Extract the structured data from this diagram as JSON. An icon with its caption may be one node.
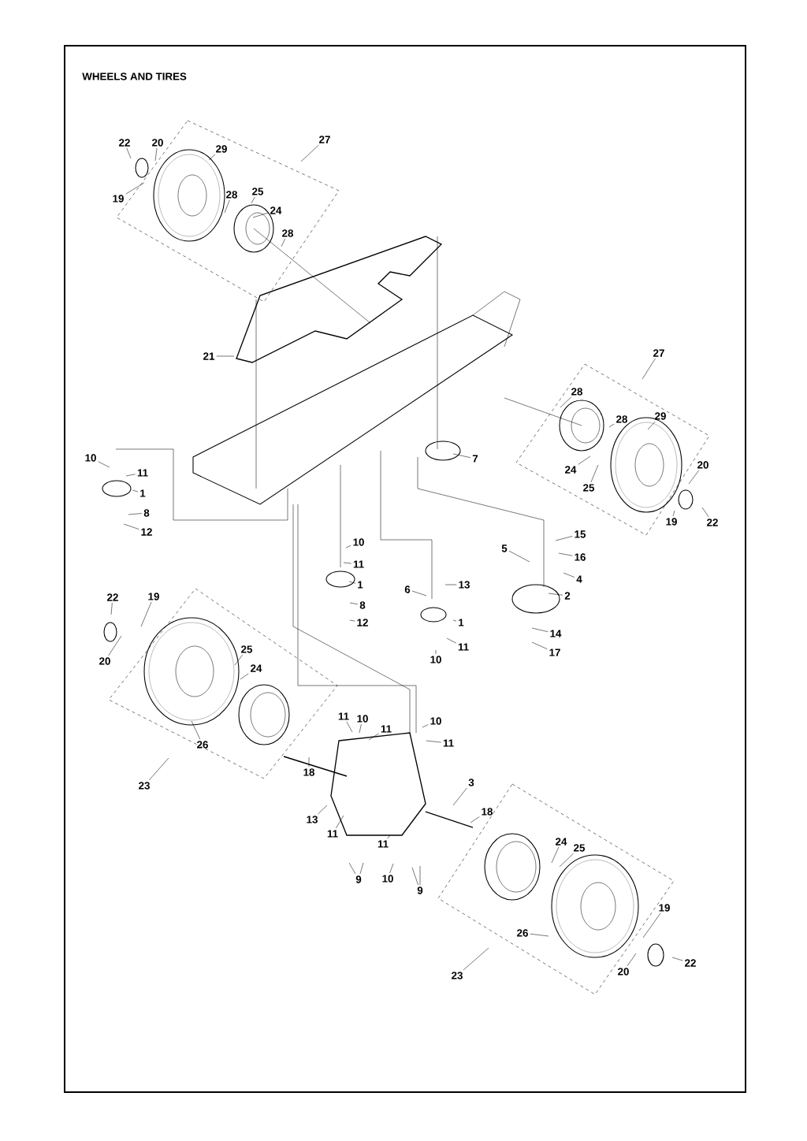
{
  "diagram": {
    "title": "WHEELS AND TIRES",
    "nodes": [
      {
        "text": [
          "22"
        ]
      },
      {
        "text": [
          "20"
        ]
      },
      {
        "text": [
          "19"
        ]
      },
      {
        "text": [
          "29"
        ]
      },
      {
        "text": [
          "28"
        ]
      },
      {
        "text": [
          "25"
        ]
      },
      {
        "text": [
          "24"
        ]
      },
      {
        "text": [
          "28"
        ]
      },
      {
        "text": [
          "27"
        ]
      },
      {
        "text": [
          "21"
        ]
      },
      {
        "text": [
          "27"
        ]
      },
      {
        "text": [
          "28"
        ]
      },
      {
        "text": [
          "28"
        ]
      },
      {
        "text": [
          "29"
        ]
      },
      {
        "text": [
          "7"
        ]
      },
      {
        "text": [
          "20"
        ]
      },
      {
        "text": [
          "24"
        ]
      },
      {
        "text": [
          "25"
        ]
      },
      {
        "text": [
          "19"
        ]
      },
      {
        "text": [
          "22"
        ]
      },
      {
        "text": [
          "10"
        ]
      },
      {
        "text": [
          "11"
        ]
      },
      {
        "text": [
          "1"
        ]
      },
      {
        "text": [
          "8"
        ]
      },
      {
        "text": [
          "12"
        ]
      },
      {
        "text": [
          "10"
        ]
      },
      {
        "text": [
          "15"
        ]
      },
      {
        "text": [
          "5"
        ]
      },
      {
        "text": [
          "16"
        ]
      },
      {
        "text": [
          "11"
        ]
      },
      {
        "text": [
          "13"
        ]
      },
      {
        "text": [
          "4"
        ]
      },
      {
        "text": [
          "6"
        ]
      },
      {
        "text": [
          "1"
        ]
      },
      {
        "text": [
          "2"
        ]
      },
      {
        "text": [
          "8"
        ]
      },
      {
        "text": [
          "12"
        ]
      },
      {
        "text": [
          "1"
        ]
      },
      {
        "text": [
          "14"
        ]
      },
      {
        "text": [
          "11"
        ]
      },
      {
        "text": [
          "17"
        ]
      },
      {
        "text": [
          "10"
        ]
      },
      {
        "text": [
          "22"
        ]
      },
      {
        "text": [
          "19"
        ]
      },
      {
        "text": [
          "20"
        ]
      },
      {
        "text": [
          "25"
        ]
      },
      {
        "text": [
          "24"
        ]
      },
      {
        "text": [
          "26"
        ]
      },
      {
        "text": [
          "23"
        ]
      },
      {
        "text": [
          "18"
        ]
      },
      {
        "text": [
          "11"
        ]
      },
      {
        "text": [
          "10"
        ]
      },
      {
        "text": [
          "11"
        ]
      },
      {
        "text": [
          "10"
        ]
      },
      {
        "text": [
          "11"
        ]
      },
      {
        "text": [
          "3"
        ]
      },
      {
        "text": [
          "18"
        ]
      },
      {
        "text": [
          "13"
        ]
      },
      {
        "text": [
          "11"
        ]
      },
      {
        "text": [
          "11"
        ]
      },
      {
        "text": [
          "10"
        ]
      },
      {
        "text": [
          "9"
        ]
      },
      {
        "text": [
          "9"
        ]
      },
      {
        "text": [
          "24"
        ]
      },
      {
        "text": [
          "25"
        ]
      },
      {
        "text": [
          "19"
        ]
      },
      {
        "text": [
          "26"
        ]
      },
      {
        "text": [
          "22"
        ]
      },
      {
        "text": [
          "20"
        ]
      },
      {
        "text": [
          "23"
        ]
      }
    ],
    "edges": [
      {
        "from": 0,
        "to": null,
        "arrow": "none"
      },
      {
        "from": 1,
        "to": null,
        "arrow": "none"
      },
      {
        "from": 2,
        "to": null,
        "arrow": "none"
      },
      {
        "from": 3,
        "to": null,
        "arrow": "none"
      },
      {
        "from": 4,
        "to": null,
        "arrow": "none"
      },
      {
        "from": 5,
        "to": null,
        "arrow": "none"
      },
      {
        "from": 6,
        "to": null,
        "arrow": "none"
      },
      {
        "from": 7,
        "to": null,
        "arrow": "none"
      },
      {
        "from": 8,
        "to": null,
        "arrow": "none"
      },
      {
        "from": 9,
        "to": null,
        "arrow": "none"
      },
      {
        "from": 10,
        "to": null,
        "arrow": "none"
      },
      {
        "from": 11,
        "to": null,
        "arrow": "none"
      },
      {
        "from": 12,
        "to": null,
        "arrow": "none"
      },
      {
        "from": 13,
        "to": null,
        "arrow": "none"
      },
      {
        "from": 14,
        "to": null,
        "arrow": "none"
      },
      {
        "from": 15,
        "to": null,
        "arrow": "none"
      },
      {
        "from": 16,
        "to": null,
        "arrow": "none"
      },
      {
        "from": 17,
        "to": null,
        "arrow": "none"
      },
      {
        "from": 18,
        "to": null,
        "arrow": "none"
      },
      {
        "from": 19,
        "to": null,
        "arrow": "none"
      },
      {
        "from": 20,
        "to": null,
        "arrow": "none"
      },
      {
        "from": 21,
        "to": null,
        "arrow": "none"
      },
      {
        "from": 22,
        "to": null,
        "arrow": "none"
      },
      {
        "from": 23,
        "to": null,
        "arrow": "none"
      },
      {
        "from": 24,
        "to": null,
        "arrow": "none"
      },
      {
        "from": 25,
        "to": null,
        "arrow": "none"
      },
      {
        "from": 26,
        "to": null,
        "arrow": "none"
      },
      {
        "from": 27,
        "to": null,
        "arrow": "none"
      },
      {
        "from": 28,
        "to": null,
        "arrow": "none"
      },
      {
        "from": 29,
        "to": null,
        "arrow": "none"
      },
      {
        "from": 30,
        "to": null,
        "arrow": "none"
      },
      {
        "from": 31,
        "to": null,
        "arrow": "none"
      },
      {
        "from": 32,
        "to": null,
        "arrow": "none"
      },
      {
        "from": 33,
        "to": null,
        "arrow": "none"
      },
      {
        "from": 34,
        "to": null,
        "arrow": "none"
      },
      {
        "from": 35,
        "to": null,
        "arrow": "none"
      },
      {
        "from": 36,
        "to": null,
        "arrow": "none"
      },
      {
        "from": 37,
        "to": null,
        "arrow": "none"
      },
      {
        "from": 38,
        "to": null,
        "arrow": "none"
      },
      {
        "from": 39,
        "to": null,
        "arrow": "none"
      },
      {
        "from": 40,
        "to": null,
        "arrow": "none"
      },
      {
        "from": 41,
        "to": null,
        "arrow": "none"
      },
      {
        "from": 42,
        "to": null,
        "arrow": "none"
      },
      {
        "from": 43,
        "to": null,
        "arrow": "none"
      },
      {
        "from": 44,
        "to": null,
        "arrow": "none"
      },
      {
        "from": 45,
        "to": null,
        "arrow": "none"
      },
      {
        "from": 46,
        "to": null,
        "arrow": "none"
      },
      {
        "from": 47,
        "to": null,
        "arrow": "none"
      },
      {
        "from": 48,
        "to": null,
        "arrow": "none"
      },
      {
        "from": 49,
        "to": null,
        "arrow": "none"
      },
      {
        "from": 50,
        "to": null,
        "arrow": "none"
      },
      {
        "from": 51,
        "to": null,
        "arrow": "none"
      },
      {
        "from": 52,
        "to": null,
        "arrow": "none"
      },
      {
        "from": 53,
        "to": null,
        "arrow": "none"
      },
      {
        "from": 54,
        "to": null,
        "arrow": "none"
      },
      {
        "from": 55,
        "to": null,
        "arrow": "none"
      },
      {
        "from": 56,
        "to": null,
        "arrow": "none"
      },
      {
        "from": 57,
        "to": null,
        "arrow": "none"
      },
      {
        "from": 58,
        "to": null,
        "arrow": "none"
      },
      {
        "from": 59,
        "to": null,
        "arrow": "none"
      },
      {
        "from": 60,
        "to": null,
        "arrow": "none"
      },
      {
        "from": 61,
        "to": null,
        "arrow": "none"
      },
      {
        "from": 61,
        "to": null,
        "arrow": "none"
      },
      {
        "from": 62,
        "to": null,
        "arrow": "none"
      },
      {
        "from": 62,
        "to": null,
        "arrow": "none"
      },
      {
        "from": 63,
        "to": null,
        "arrow": "none"
      },
      {
        "from": 64,
        "to": null,
        "arrow": "none"
      },
      {
        "from": 65,
        "to": null,
        "arrow": "none"
      },
      {
        "from": 66,
        "to": null,
        "arrow": "none"
      },
      {
        "from": 67,
        "to": null,
        "arrow": "none"
      },
      {
        "from": 68,
        "to": null,
        "arrow": "none"
      },
      {
        "from": 69,
        "to": null,
        "arrow": "none"
      }
    ]
  }
}
